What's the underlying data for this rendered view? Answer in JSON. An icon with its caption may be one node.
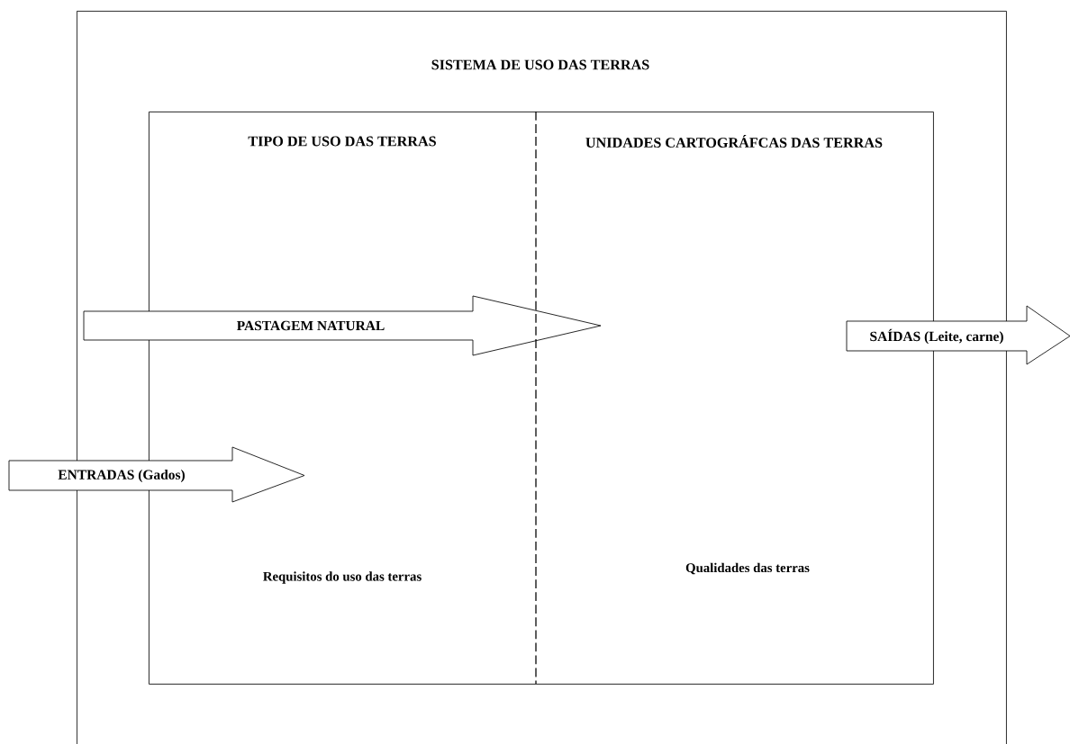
{
  "diagram": {
    "nodes": [
      {
        "text": [
          "SISTEMA DE USO DAS TERRAS"
        ]
      },
      {
        "text": [],
        "shape": "box",
        "in": 0
      },
      {
        "text": [
          "TIPO DE USO DAS TERRAS",
          "Requisitos do uso das terras"
        ],
        "in": 1
      },
      {
        "text": [
          "UNIDADES CARTOGRÁFCAS DAS TERRAS",
          "Qualidades das terras"
        ],
        "in": 1
      },
      {
        "text": [
          "PASTAGEM NATURAL"
        ],
        "in": 0
      },
      {
        "text": [
          "ENTRADAS (Gados)"
        ]
      },
      {
        "text": [
          "SAÍDAS (Leite, carne)"
        ]
      }
    ]
  }
}
